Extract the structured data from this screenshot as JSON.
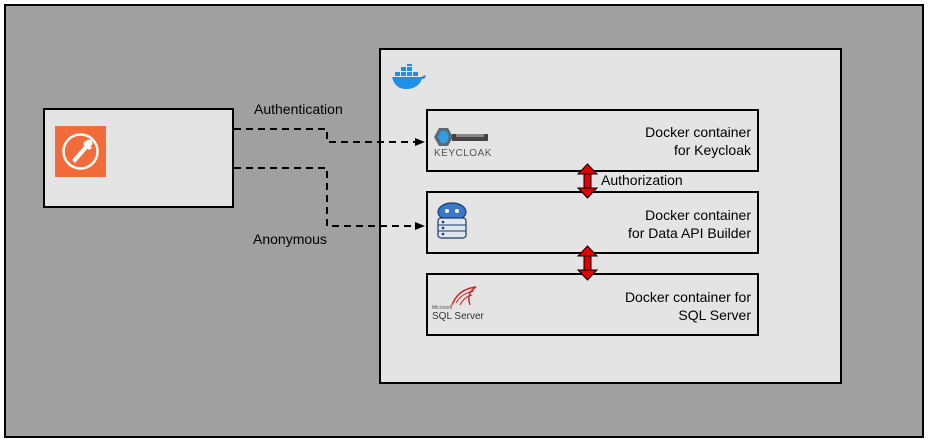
{
  "diagram": {
    "edges": {
      "authentication_label": "Authentication",
      "anonymous_label": "Anonymous",
      "authorization_label": "Authorization"
    },
    "containers": {
      "keycloak": {
        "line1": "Docker container",
        "line2": "for Keycloak",
        "logo_text": "KEYCLOAK"
      },
      "dab": {
        "line1": "Docker container",
        "line2": "for Data API Builder"
      },
      "sql": {
        "line1": "Docker container for",
        "line2": "SQL Server",
        "logo_text": "SQL Server",
        "logo_small_text": "Microsoft"
      }
    },
    "icons": {
      "client": "postman-icon",
      "host": "docker-whale-icon",
      "keycloak": "keycloak-icon",
      "dab": "data-api-builder-icon",
      "sql": "sql-server-icon"
    },
    "colors": {
      "postman": "#f26b3a",
      "docker": "#1d91e6",
      "arrow_red": "#e00000",
      "background": "#a0a0a0",
      "box": "#e4e4e4"
    }
  }
}
